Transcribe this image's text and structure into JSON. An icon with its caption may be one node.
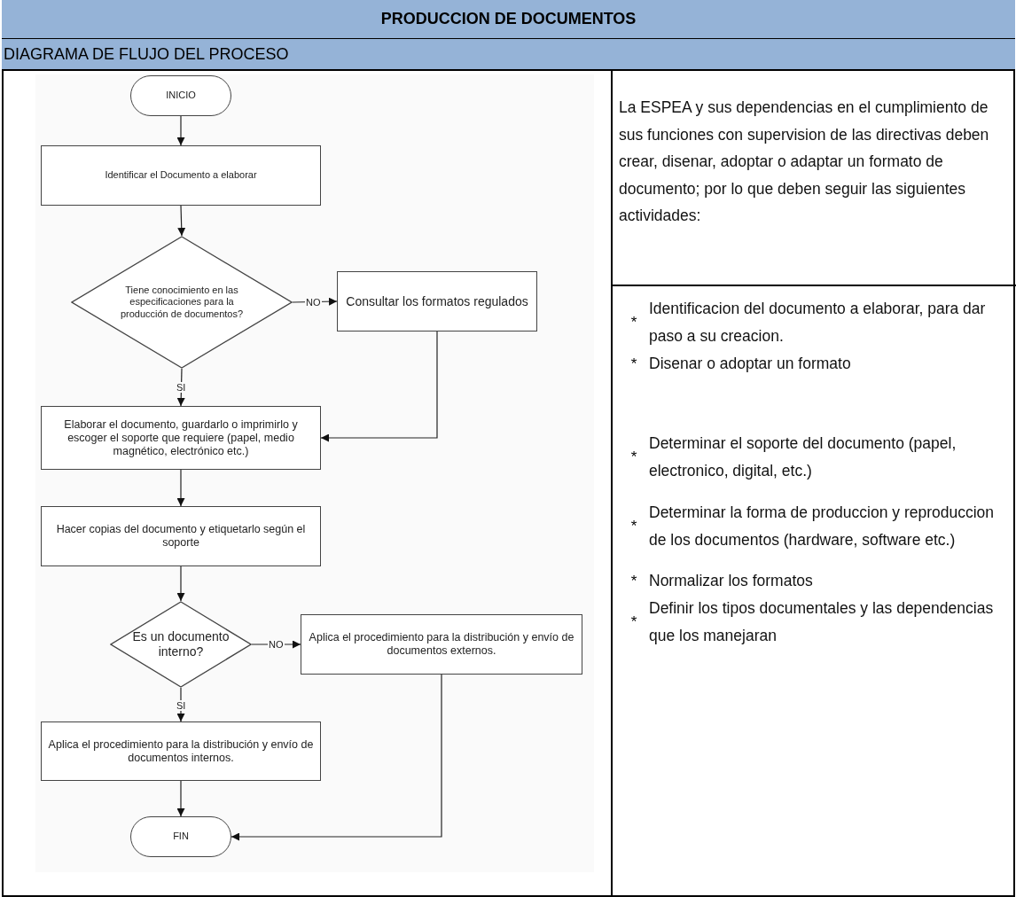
{
  "diagram": {
    "title": "PRODUCCION DE DOCUMENTOS",
    "nodes": [
      {
        "text": [
          "INICIO"
        ]
      },
      {
        "text": [
          "Identificar el Documento a elaborar"
        ]
      },
      {
        "text": [
          "Tiene conocimiento en las especificaciones para la producción de documentos?"
        ]
      },
      {
        "text": [
          "Consultar los formatos regulados"
        ]
      },
      {
        "text": [
          "Elaborar el documento, guardarlo o imprimirlo y escoger el soporte que requiere (papel, medio magnético, electrónico etc.)"
        ]
      },
      {
        "text": [
          "Hacer copias del documento y etiquetarlo según el soporte"
        ]
      },
      {
        "text": [
          "Es un documento interno?"
        ]
      },
      {
        "text": [
          "Aplica el procedimiento para la distribución y envío de documentos externos."
        ]
      },
      {
        "text": [
          "Aplica el procedimiento para la distribución y envío de documentos internos."
        ]
      },
      {
        "text": [
          "FIN"
        ]
      }
    ],
    "edges": [
      {
        "from": 0,
        "to": 1,
        "arrow": "to"
      },
      {
        "from": 1,
        "to": 2,
        "arrow": "to"
      },
      {
        "from": 2,
        "to": 3,
        "arrow": "to",
        "label": "NO"
      },
      {
        "from": 2,
        "to": 4,
        "arrow": "to",
        "label": "SI"
      },
      {
        "from": 3,
        "to": 4,
        "arrow": "to"
      },
      {
        "from": 4,
        "to": 5,
        "arrow": "to"
      },
      {
        "from": 5,
        "to": 6,
        "arrow": "to"
      },
      {
        "from": 6,
        "to": 7,
        "arrow": "to",
        "label": "NO"
      },
      {
        "from": 6,
        "to": 8,
        "arrow": "to",
        "label": "SI"
      },
      {
        "from": 8,
        "to": 9,
        "arrow": "to"
      },
      {
        "from": 7,
        "to": 9,
        "arrow": "to"
      }
    ],
    "labels": [
      "DIAGRAMA DE FLUJO DEL PROCESO",
      "La ESPEA y sus dependencias en el cumplimiento de sus funciones con supervision de las directivas deben crear, disenar, adoptar o adaptar un formato de documento; por lo que deben seguir las siguientes actividades:",
      "*",
      "Identificacion del documento a elaborar, para dar paso a su creacion.",
      "*",
      "Disenar o adoptar un formato",
      "*",
      "Determinar el soporte del documento (papel, electronico, digital, etc.)",
      "*",
      "Determinar la forma de produccion y reproduccion de los documentos (hardware, software etc.)",
      "*",
      "Normalizar los formatos",
      "*",
      "Definir los tipos documentales y las dependencias que los manejaran"
    ]
  }
}
